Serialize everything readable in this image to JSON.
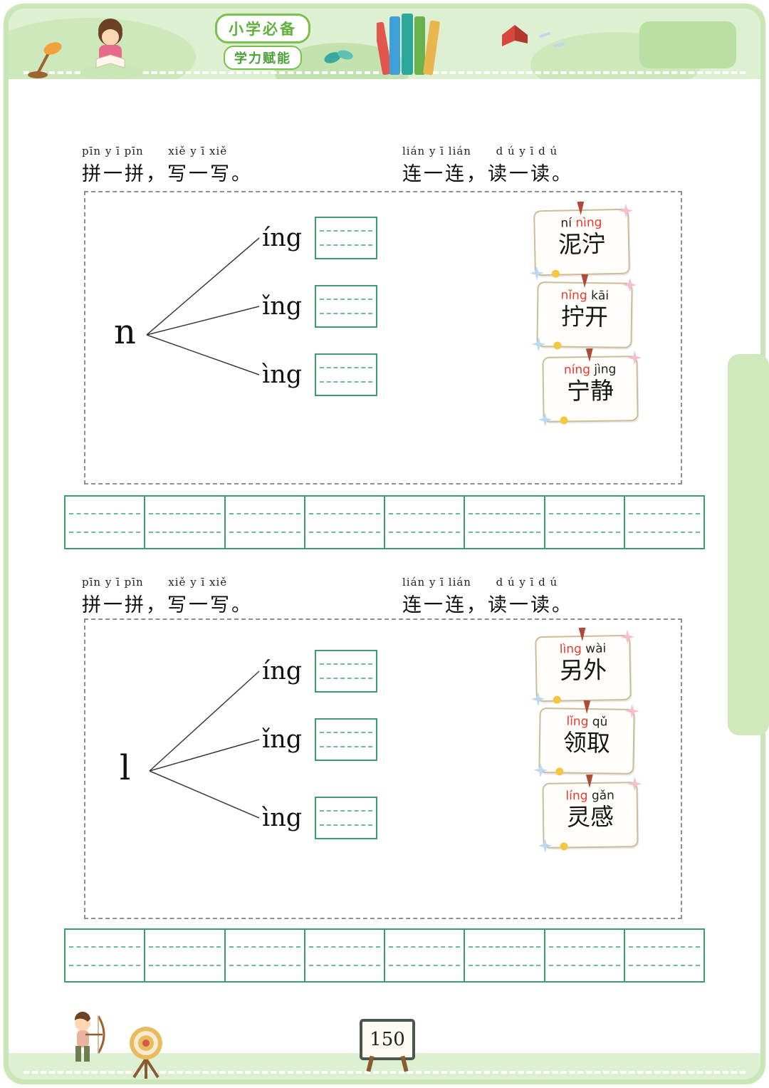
{
  "colors": {
    "accent_green": "#6fbb45",
    "grid_green": "#3f9c6e",
    "pinyin_red": "#e73a2c",
    "band_green": "#def0d2"
  },
  "brand": {
    "badge_top": "小学必备",
    "badge_bottom": "学力赋能"
  },
  "footer": {
    "page_number": "150"
  },
  "sections": [
    {
      "header_left": {
        "pinyin": "pīn y ī pīn      xiě y ī xiě",
        "text": "拼一拼，写一写。"
      },
      "header_right": {
        "pinyin": "lián y ī lián      d ú y ī d ú",
        "text": "连一连，读一读。"
      },
      "initial": "n",
      "syllables": [
        "íng",
        "ǐng",
        "ìng"
      ],
      "cards": [
        {
          "pinyin": [
            {
              "text": "ní",
              "red": false
            },
            {
              "text": "nìng",
              "red": true
            }
          ],
          "word": "泥泞"
        },
        {
          "pinyin": [
            {
              "text": "nǐng",
              "red": true
            },
            {
              "text": "kāi",
              "red": false
            }
          ],
          "word": "拧开"
        },
        {
          "pinyin": [
            {
              "text": "níng",
              "red": true
            },
            {
              "text": "jìng",
              "red": false
            }
          ],
          "word": "宁静"
        }
      ]
    },
    {
      "header_left": {
        "pinyin": "pīn y ī pīn      xiě y ī xiě",
        "text": "拼一拼，写一写。"
      },
      "header_right": {
        "pinyin": "lián y ī lián      d ú y ī d ú",
        "text": "连一连，读一读。"
      },
      "initial": "l",
      "syllables": [
        "íng",
        "ǐng",
        "ìng"
      ],
      "cards": [
        {
          "pinyin": [
            {
              "text": "lìng",
              "red": true
            },
            {
              "text": "wài",
              "red": false
            }
          ],
          "word": "另外"
        },
        {
          "pinyin": [
            {
              "text": "lǐng",
              "red": true
            },
            {
              "text": "qǔ",
              "red": false
            }
          ],
          "word": "领取"
        },
        {
          "pinyin": [
            {
              "text": "líng",
              "red": true
            },
            {
              "text": "gǎn",
              "red": false
            }
          ],
          "word": "灵感"
        }
      ]
    }
  ]
}
